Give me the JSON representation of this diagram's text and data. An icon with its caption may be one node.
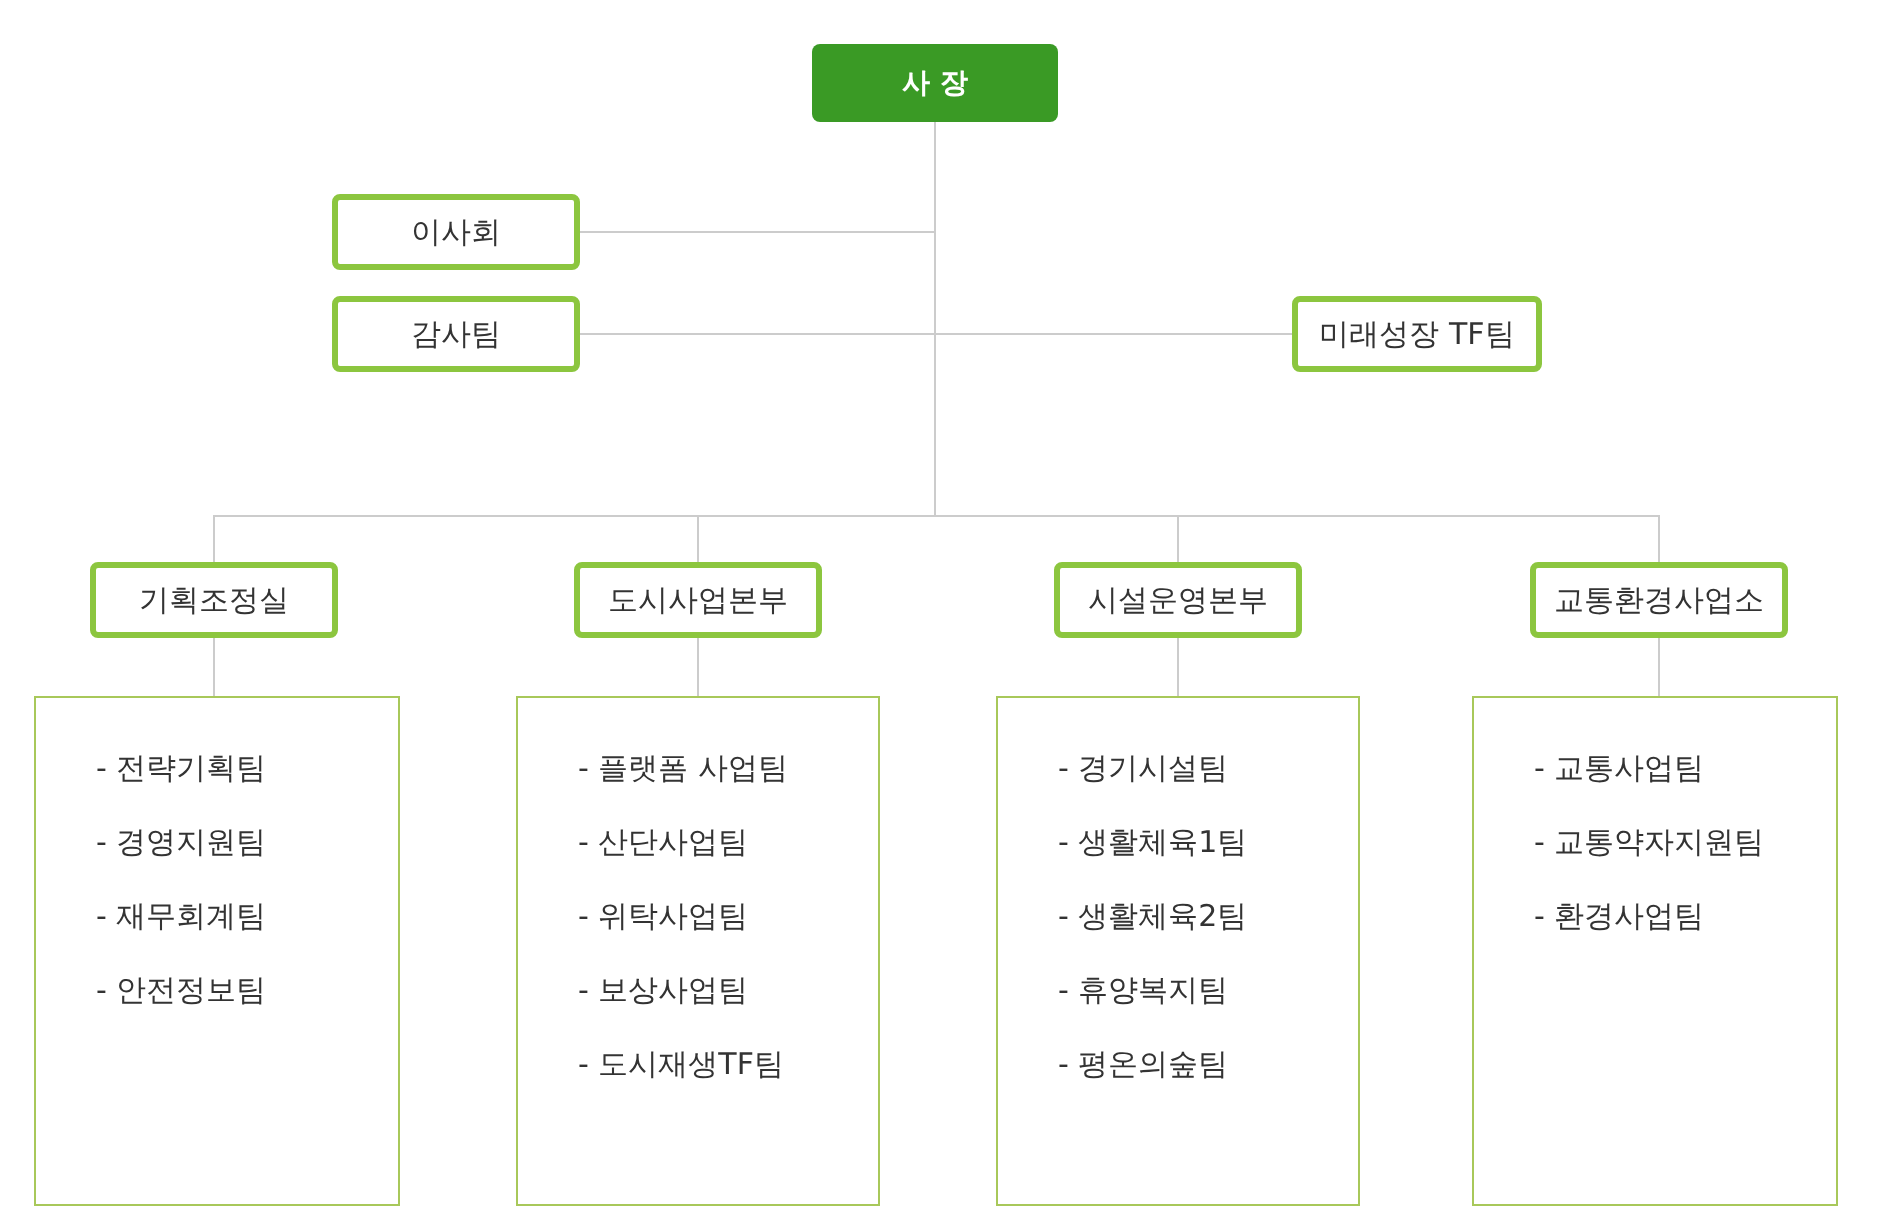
{
  "diagram": {
    "nodes": [
      {
        "text": [
          "사 장"
        ]
      },
      {
        "text": [
          "이사회"
        ]
      },
      {
        "text": [
          "감사팀"
        ]
      },
      {
        "text": [
          "미래성장 TF팀"
        ]
      },
      {
        "text": [
          "기획조정실"
        ]
      },
      {
        "text": [
          "도시사업본부"
        ]
      },
      {
        "text": [
          "시설운영본부"
        ]
      },
      {
        "text": [
          "교통환경사업소"
        ]
      },
      {
        "text": [
          "- 전략기획팀",
          "- 경영지원팀",
          "- 재무회계팀",
          "- 안전정보팀"
        ]
      },
      {
        "text": [
          "- 플랫폼 사업팀",
          "- 산단사업팀",
          "- 위탁사업팀",
          "- 보상사업팀",
          "- 도시재생TF팀"
        ]
      },
      {
        "text": [
          "- 경기시설팀",
          "- 생활체육1팀",
          "- 생활체육2팀",
          "- 휴양복지팀",
          "- 평온의숲팀"
        ]
      },
      {
        "text": [
          "- 교통사업팀",
          "- 교통약자지원팀",
          "- 환경사업팀"
        ]
      }
    ],
    "edges": [
      {
        "from": 0,
        "to": 1,
        "arrow": "none"
      },
      {
        "from": 0,
        "to": 2,
        "arrow": "none"
      },
      {
        "from": 0,
        "to": 3,
        "arrow": "none"
      },
      {
        "from": 0,
        "to": 4,
        "arrow": "none"
      },
      {
        "from": 0,
        "to": 5,
        "arrow": "none"
      },
      {
        "from": 0,
        "to": 6,
        "arrow": "none"
      },
      {
        "from": 0,
        "to": 7,
        "arrow": "none"
      },
      {
        "from": 4,
        "to": 8,
        "arrow": "none"
      },
      {
        "from": 5,
        "to": 9,
        "arrow": "none"
      },
      {
        "from": 6,
        "to": 10,
        "arrow": "none"
      },
      {
        "from": 7,
        "to": 11,
        "arrow": "none"
      }
    ]
  }
}
